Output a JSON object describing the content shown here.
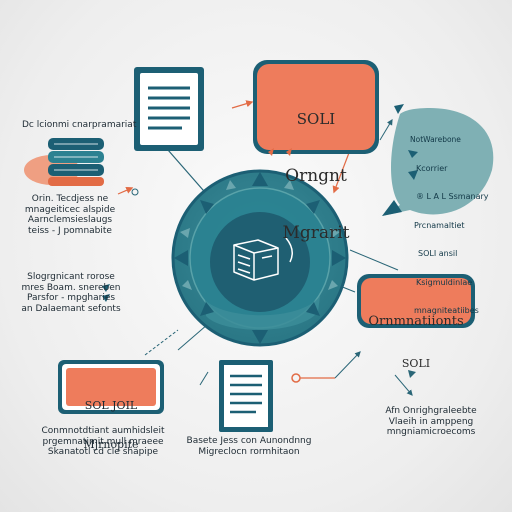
{
  "top_box": {
    "line1": "SOLI",
    "line2": "Orngnt",
    "line3": "Mgrarit"
  },
  "right_box": {
    "line1": "Ornmnatiionts",
    "line2": "SOLI"
  },
  "left_box": {
    "line1": "SOL JOIL",
    "line2": "Mjrnopite"
  },
  "bubble": {
    "items": [
      "NotWarebone",
      "Kcorrier",
      "® L A L Ssmanary",
      "Prcnamaltiet",
      "SOLI ansil",
      "Ksigmuldinlae",
      "mnagniteatiibes"
    ]
  },
  "labels": {
    "db_title": "Dc lcionmi cnarpramariat",
    "db_desc": "Orin. Tecdjess ne\nmnageiticec alspide\nAarnclemsieslaugs\nteiss - J pomnabite",
    "mid_left": "Slogrgnicant rorose\nmres Boam. snereben\nParsfor - mpgharies\nan Dalaemant sefonts",
    "bottom_left": "Conmnotdtiant aumhidsleit\nprgemnatimit mull mraeee\nSkanatotl cd cle shapipe",
    "bottom_center": "Basete Jess con Aunondnng\nMigreclocn rormhitaon",
    "bottom_right": "Afn Onrighgraleebte\nVlaeih in amppeng\nmngniamicroecoms"
  },
  "colors": {
    "teal_dark": "#1c5f74",
    "teal": "#2c8191",
    "teal_light": "#5ea7ad",
    "coral": "#ee7c5c",
    "coral_dark": "#d9673f",
    "paper": "#ffffff",
    "bubble": "#7fb0b4"
  },
  "icons": [
    "document-icon",
    "database-icon",
    "server-box-icon",
    "migration-arrow-icon"
  ]
}
